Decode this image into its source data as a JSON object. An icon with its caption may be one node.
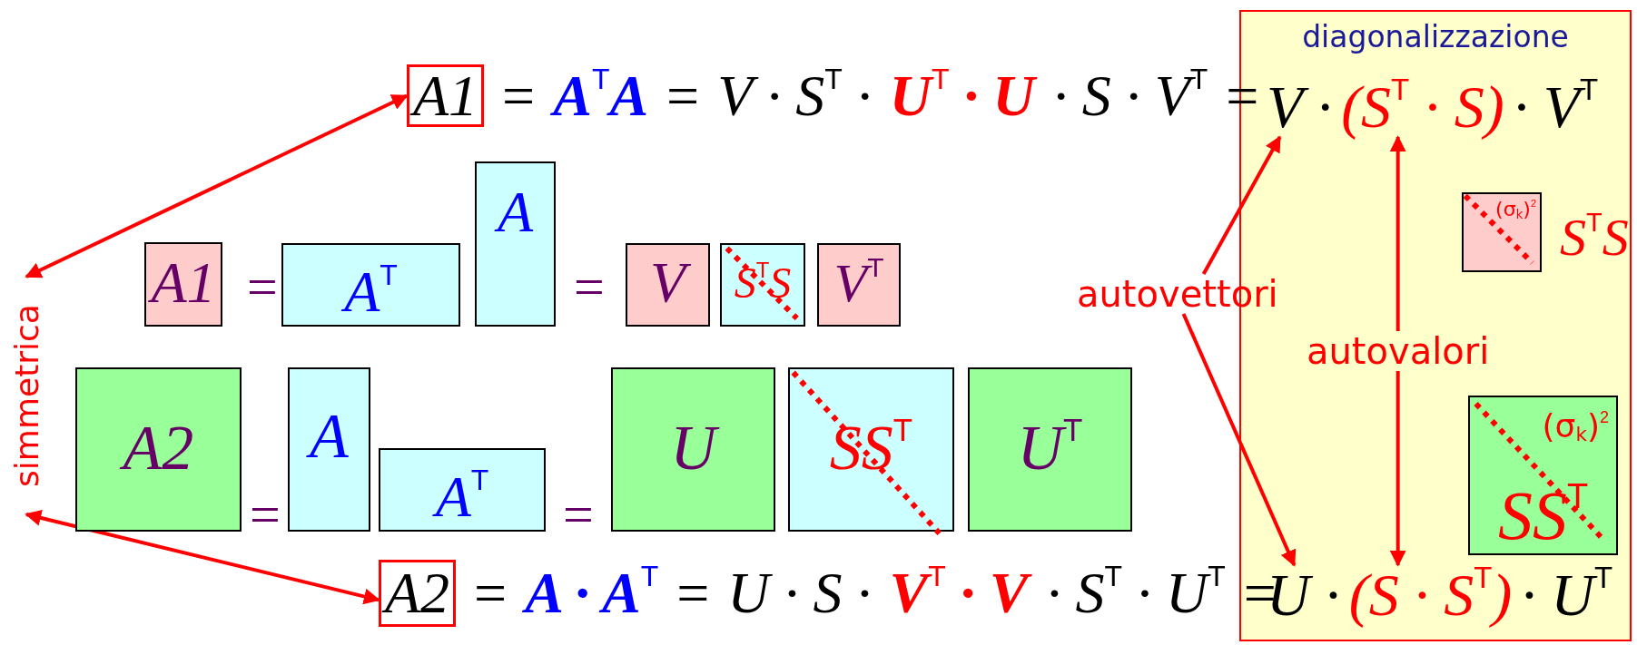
{
  "diagram": {
    "nodes": [
      {
        "text": [
          "diagonalizzazione"
        ]
      },
      {
        "text": [
          "A1"
        ]
      },
      {
        "text": [
          "V ·",
          "(S$^{T}$ · S)",
          "· V$^{T}$"
        ],
        "in": 0
      },
      {
        "text": [
          "simmetrica"
        ]
      },
      {
        "text": [
          "A1"
        ]
      },
      {
        "text": [
          "A$^{T}$"
        ]
      },
      {
        "text": [
          "A"
        ]
      },
      {
        "text": [
          "V"
        ]
      },
      {
        "text": [
          "S$^{T}$S"
        ]
      },
      {
        "text": [
          "V$^{T}$"
        ]
      },
      {
        "text": [
          "(σ$_{k}$)$^{2}$"
        ],
        "beside": [
          "S$^{T}$S"
        ],
        "in": 0
      },
      {
        "text": [
          "autovettori"
        ]
      },
      {
        "text": [
          "autovalori"
        ],
        "in": 0
      },
      {
        "text": [
          "A2"
        ]
      },
      {
        "text": [
          "A"
        ]
      },
      {
        "text": [
          "A$^{T}$"
        ]
      },
      {
        "text": [
          "U"
        ]
      },
      {
        "text": [
          "SS$^{T}$"
        ]
      },
      {
        "text": [
          "U$^{T}$"
        ]
      },
      {
        "text": [
          "(σ$_{k}$)$^{2}$",
          "SS$^{T}$"
        ],
        "in": 0
      },
      {
        "text": [
          "A2"
        ]
      },
      {
        "text": [
          "U ·",
          "(S · S$^{T}$)",
          "· U$^{T}$"
        ],
        "in": 0
      }
    ],
    "edges": [
      {
        "from": 3,
        "to": 1,
        "arrow": "both"
      },
      {
        "from": 3,
        "to": 20,
        "arrow": "both"
      },
      {
        "from": 11,
        "to": 2,
        "arrow": "to"
      },
      {
        "from": 11,
        "to": 21,
        "arrow": "to"
      },
      {
        "from": 12,
        "to": 2,
        "arrow": "to"
      },
      {
        "from": 12,
        "to": 21,
        "arrow": "to"
      }
    ],
    "labels": [
      "=",
      "A$^{T}$A",
      "=",
      "V · S$^{T}$ ·",
      "U$^{T}$ · U",
      "· S · V$^{T}$",
      "=",
      "=",
      "=",
      "=",
      "=",
      "=",
      "A · A$^{T}$",
      "=",
      "U · S ·",
      "V$^{T}$ · V",
      "· S$^{T}$ · U$^{T}$",
      "="
    ]
  }
}
